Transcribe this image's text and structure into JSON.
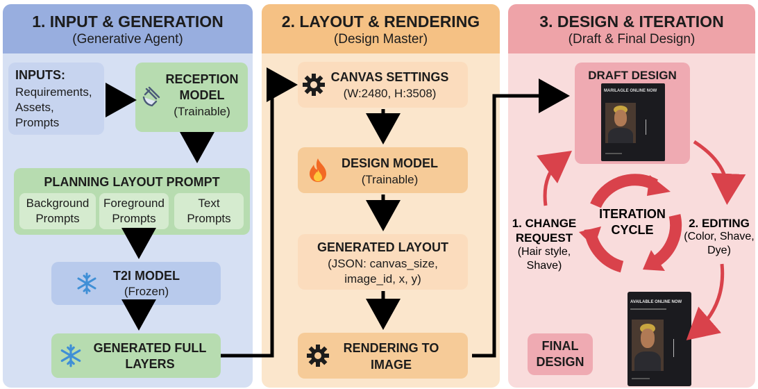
{
  "panel1": {
    "title": "1. INPUT & GENERATION",
    "subtitle": "(Generative Agent)",
    "inputs": {
      "title": "INPUTS:",
      "line1": "Requirements,",
      "line2": "Assets,",
      "line3": "Prompts"
    },
    "reception": {
      "line1": "RECEPTION",
      "line2": "MODEL",
      "sub": "(Trainable)"
    },
    "planning": {
      "title": "PLANNING LAYOUT PROMPT",
      "cells": [
        {
          "line1": "Background",
          "line2": "Prompts"
        },
        {
          "line1": "Foreground",
          "line2": "Prompts"
        },
        {
          "line1": "Text",
          "line2": "Prompts"
        }
      ]
    },
    "t2i": {
      "title": "T2I MODEL",
      "sub": "(Frozen)"
    },
    "generated": {
      "line1": "GENERATED FULL",
      "line2": "LAYERS"
    }
  },
  "panel2": {
    "title": "2. LAYOUT & RENDERING",
    "subtitle": "(Design Master)",
    "canvas": {
      "title": "CANVAS SETTINGS",
      "sub": "(W:2480, H:3508)"
    },
    "design_model": {
      "title": "DESIGN MODEL",
      "sub": "(Trainable)"
    },
    "layout": {
      "title": "GENERATED LAYOUT",
      "line1": "(JSON: canvas_size,",
      "line2": "image_id, x, y)"
    },
    "rendering": {
      "line1": "RENDERING TO",
      "line2": "IMAGE"
    }
  },
  "panel3": {
    "title": "3. DESIGN & ITERATION",
    "subtitle": "(Draft & Final Design)",
    "draft": {
      "title": "DRAFT DESIGN",
      "poster_text": "MARILAGLE ONLINE NOW"
    },
    "final_poster_text": "AVAILABLE ONLINE NOW",
    "final": {
      "line1": "FINAL",
      "line2": "DESIGN"
    },
    "cycle": {
      "line1": "ITERATION",
      "line2": "CYCLE"
    },
    "change": {
      "line1": "1. CHANGE",
      "line2": "REQUEST",
      "line3": "(Hair style,",
      "line4": "Shave)"
    },
    "editing": {
      "line1": "2. EDITING",
      "line2": "(Color, Shave,",
      "line3": "Dye)"
    }
  }
}
